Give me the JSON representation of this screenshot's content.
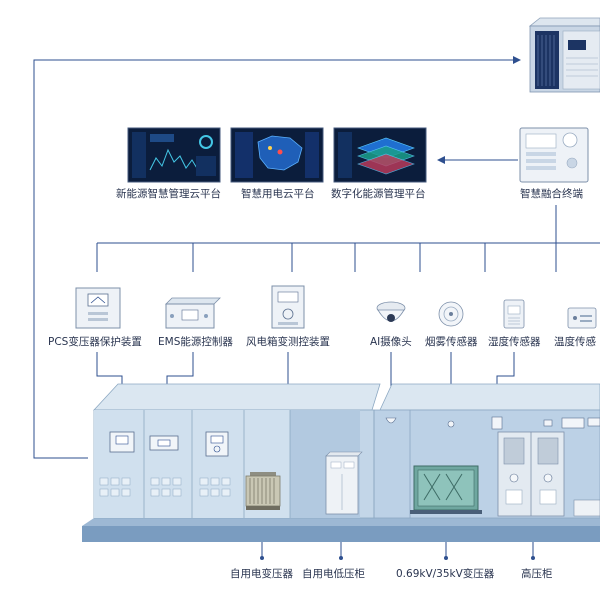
{
  "platforms": [
    {
      "label": "新能源智慧管理云平台"
    },
    {
      "label": "智慧用电云平台"
    },
    {
      "label": "数字化能源管理平台"
    }
  ],
  "terminal": {
    "label": "智慧融合终端"
  },
  "devices": [
    {
      "label": "PCS变压器保护装置"
    },
    {
      "label": "EMS能源控制器"
    },
    {
      "label": "风电箱变测控装置"
    },
    {
      "label": "AI摄像头"
    },
    {
      "label": "烟雾传感器"
    },
    {
      "label": "湿度传感器"
    },
    {
      "label": "温度传感"
    }
  ],
  "equipment": [
    {
      "label": "自用电变压器"
    },
    {
      "label": "自用电低压柜"
    },
    {
      "label": "0.69kV/35kV变压器"
    },
    {
      "label": "高压柜"
    }
  ],
  "colors": {
    "line": "#2e4f8f",
    "container": "#b9cfe2",
    "screen": "#0b1d3c"
  }
}
